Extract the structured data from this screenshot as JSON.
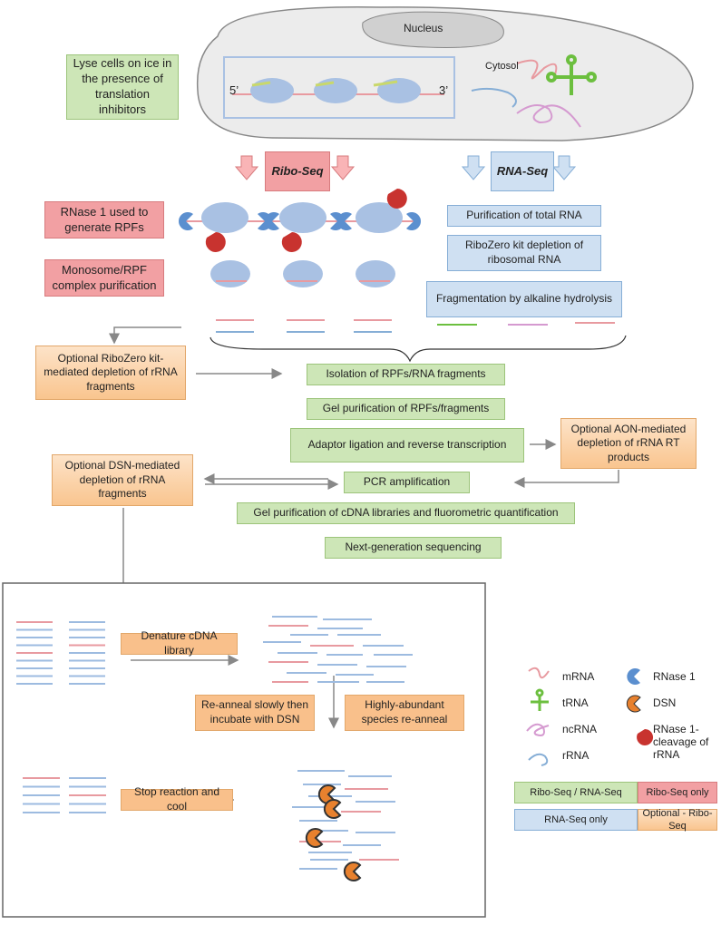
{
  "cell": {
    "nucleus_label": "Nucleus",
    "cytosol_label": "Cytosol",
    "five_prime": "5’",
    "three_prime": "3’"
  },
  "steps": {
    "lyse": "Lyse cells on ice in the presence of translation inhibitors",
    "ribo_seq": "Ribo-Seq",
    "rna_seq": "RNA-Seq",
    "rnase1": "RNase 1 used to generate RPFs",
    "monosome": "Monosome/RPF complex purification",
    "purification_total": "Purification of total RNA",
    "ribozero": "RiboZero kit depletion of ribosomal RNA",
    "fragmentation": "Fragmentation by alkaline hydrolysis",
    "optional_ribozero": "Optional RiboZero kit-mediated depletion of rRNA fragments",
    "isolation": "Isolation of RPFs/RNA fragments",
    "gel_purification": "Gel purification of RPFs/fragments",
    "adaptor": "Adaptor ligation  and reverse transcription",
    "optional_aon": "Optional AON-mediated depletion of rRNA RT products",
    "optional_dsn": "Optional DSN-mediated depletion of rRNA fragments",
    "pcr": "PCR amplification",
    "gel_cdna": "Gel purification of cDNA libraries and fluorometric quantification",
    "ngs": "Next-generation sequencing"
  },
  "inset": {
    "denature": "Denature cDNA library",
    "reanneal": "Re-anneal slowly then incubate with DSN",
    "abundant": "Highly-abundant species re-anneal",
    "stop": "Stop reaction and cool"
  },
  "legend": {
    "mrna": "mRNA",
    "trna": "tRNA",
    "ncrna": "ncRNA",
    "rrna": "rRNA",
    "rnase1": "RNase 1",
    "dsn": "DSN",
    "rnase1_cleavage": "RNase 1- cleavage of rRNA",
    "ribo_rna": "Ribo-Seq / RNA-Seq",
    "ribo_only": "Ribo-Seq only",
    "rna_only": "RNA-Seq only",
    "optional_ribo": "Optional - Ribo-Seq"
  },
  "colors": {
    "green": "#cde6b7",
    "red": "#f2a0a3",
    "blue": "#cfe0f2",
    "orange": "#f9c58f",
    "ribosome": "#a9c1e3",
    "rnase1": "#5b8fcf",
    "dsn": "#e8812e",
    "rnase1_cleavage": "#c8332f"
  },
  "icons": [
    "mrna-icon",
    "trna-icon",
    "ncrna-icon",
    "rrna-icon",
    "rnase1-icon",
    "dsn-icon",
    "rnase1-cleavage-icon"
  ]
}
